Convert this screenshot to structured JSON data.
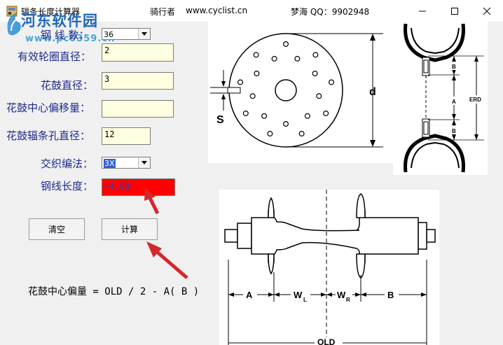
{
  "titlebar": {
    "title": "辐条长度计算器",
    "author": "骑行者",
    "website": "www.cyclist.cn",
    "contact": "梦海   QQ：9902948"
  },
  "watermark": {
    "title": "河东软件园",
    "url": "www.pc0359.cn"
  },
  "form": {
    "spokes_label": "钢 线 数：",
    "spokes_value": "36",
    "erd_label": "有效轮圈直径：",
    "erd_value": "2",
    "hub_diameter_label": "花鼓直径：",
    "hub_diameter_value": "3",
    "hub_offset_label": "花鼓中心偏移量：",
    "hub_offset_value": "",
    "hub_hole_label": "花鼓辐条孔直径：",
    "hub_hole_value": "12",
    "lacing_label": "交织编法：",
    "lacing_value": "3X",
    "length_label": "钢线长度：",
    "length_value": "-4.68"
  },
  "buttons": {
    "clear": "清空",
    "calculate": "计算"
  },
  "formula": "花鼓中心偏量 = OLD / 2 - A( B )",
  "diagrams": {
    "flange": {
      "d_label": "d",
      "s_label": "S"
    },
    "rim": {
      "b_top": "B",
      "a": "A",
      "b_bottom": "B",
      "erd": "ERD"
    },
    "hub": {
      "a": "A",
      "wl": "W",
      "wl_sub": "L",
      "wr": "W",
      "wr_sub": "R",
      "b": "B",
      "old": "OLD"
    }
  },
  "colors": {
    "label_text": "#1f2a8c",
    "input_bg": "#ffffe1",
    "result_bg": "#ff0000",
    "result_text": "#1a3fd0",
    "arrow": "#d4272c",
    "watermark": "#1f67b8"
  }
}
